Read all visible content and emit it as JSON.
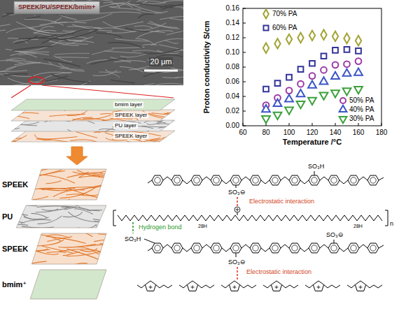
{
  "diagram": {
    "nodes": [
      {
        "text": [
          "SPEEK/PU/SPEEK/bmim+",
          "20 μm"
        ]
      },
      {
        "text": [
          "bmim layer",
          "SPEEK layer",
          "PU layer",
          "SPEEK layer"
        ]
      },
      {
        "text": [
          "SPEEK"
        ]
      },
      {
        "text": [
          "PU"
        ]
      },
      {
        "text": [
          "SPEEK"
        ]
      },
      {
        "text": [
          "bmim⁺"
        ]
      }
    ],
    "edges": [
      {
        "from": 0,
        "to": 1,
        "arrow": "none"
      },
      {
        "from": 1,
        "to": 2,
        "arrow": "to"
      }
    ],
    "labels": [
      "0.00",
      "0.02",
      "0.04",
      "0.06",
      "0.08",
      "0.10",
      "0.12",
      "0.14",
      "0.16",
      "60",
      "80",
      "100",
      "120",
      "140",
      "160",
      "180",
      "Proton conductivity S/cm",
      "Temperature /°C",
      "SO₃H",
      "SO₃⊖",
      "Electrostatic interaction",
      "28H",
      "28H",
      "n",
      "Hydrogen bond",
      "SO₃H",
      "SO₃⊖",
      "SO₃⊖",
      "Electrostatic interaction"
    ],
    "legend": [
      {
        "text": "70% PA"
      },
      {
        "text": "60% PA"
      },
      {
        "text": "50% PA"
      },
      {
        "text": "40% PA"
      },
      {
        "text": "30% PA"
      }
    ]
  }
}
